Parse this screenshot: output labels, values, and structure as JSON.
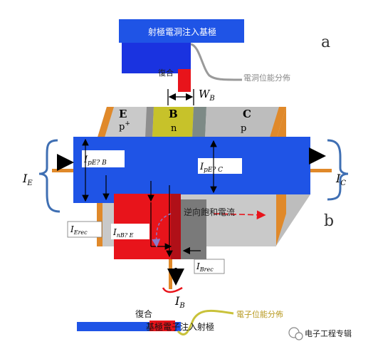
{
  "labels": {
    "panel_a": "a",
    "panel_b": "b",
    "top_bar": "射極電洞注入基極",
    "hole_potential": "電洞位能分佈",
    "recombination_top": "復合",
    "width_symbol": "W",
    "width_sub": "B",
    "emitter": "E",
    "emitter_doping": "p",
    "emitter_doping_sup": "+",
    "base": "B",
    "base_doping": "n",
    "collector": "C",
    "collector_doping": "p",
    "IE": "I",
    "IE_sub": "E",
    "IC": "I",
    "IC_sub": "C",
    "IpEB": "I",
    "IpEB_sub": "pE? B",
    "IpEC": "I",
    "IpEC_sub": "pE? C",
    "IErec": "I",
    "IErec_sub": "Erec",
    "InBE": "I",
    "InBE_sub": "nB? E",
    "IBrec": "I",
    "IBrec_sub": "Brec",
    "IB": "I",
    "IB_sub": "B",
    "reverse_sat": "逆向飽和電流",
    "recombination_bottom": "復合",
    "electron_potential": "電子位能分佈",
    "bottom_bar": "基極電子注入射極",
    "watermark": "电子工程专辑"
  },
  "colors": {
    "hole_bar": "#1f54e6",
    "electron_bar": "#1f54e6",
    "base_red": "#e8141b",
    "emitter_gray": "#c8c8c8",
    "base_yellow": "#c7c22a",
    "collector_gray": "#bdbdbd",
    "contact_orange": "#e0892a",
    "potential_gray": "#9a9a9a",
    "potential_yellow": "#c9c23a",
    "brace_blue": "#3f6fb3"
  }
}
